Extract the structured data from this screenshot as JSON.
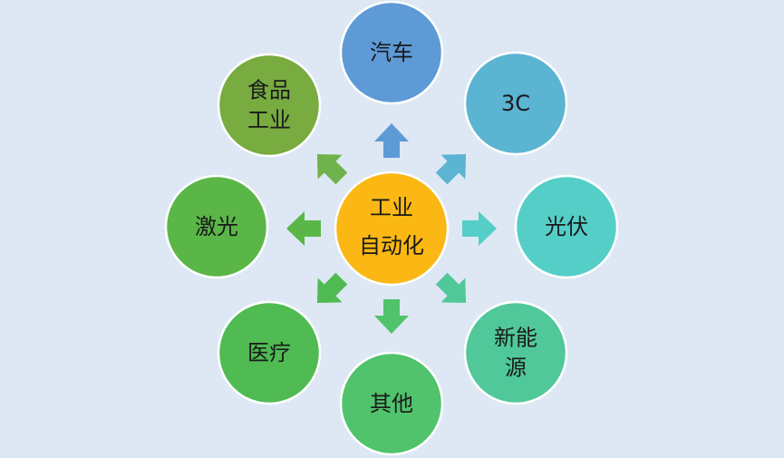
{
  "center": {
    "lines": [
      "工业",
      "自动化"
    ],
    "color": "#fbb814"
  },
  "nodes": [
    {
      "key": "auto",
      "lines": [
        "汽车"
      ],
      "color": "#5e9ad6",
      "arrow_color": "#5e9ad6"
    },
    {
      "key": "3c",
      "lines": [
        "3C"
      ],
      "color": "#5ab4d2",
      "arrow_color": "#5ab4d2"
    },
    {
      "key": "pv",
      "lines": [
        "光伏"
      ],
      "color": "#55cec8",
      "arrow_color": "#55cec8"
    },
    {
      "key": "newenergy",
      "lines": [
        "新能",
        "源"
      ],
      "color": "#50c89a",
      "arrow_color": "#50c89a"
    },
    {
      "key": "other",
      "lines": [
        "其他"
      ],
      "color": "#50c36c",
      "arrow_color": "#50c36c"
    },
    {
      "key": "medical",
      "lines": [
        "医疗"
      ],
      "color": "#4fbb52",
      "arrow_color": "#4fbb52"
    },
    {
      "key": "laser",
      "lines": [
        "激光"
      ],
      "color": "#5bb648",
      "arrow_color": "#5bb648"
    },
    {
      "key": "food",
      "lines": [
        "食品",
        "工业"
      ],
      "color": "#78ab40",
      "arrow_color": "#6fb14a"
    }
  ]
}
